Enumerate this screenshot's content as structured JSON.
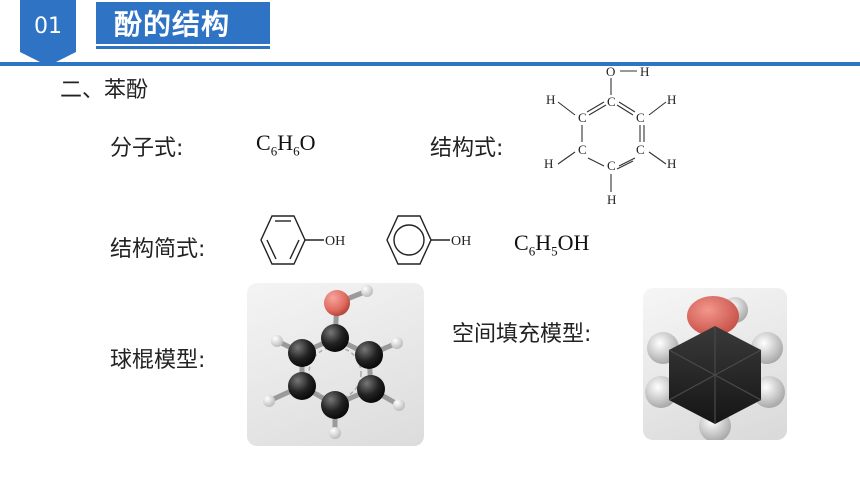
{
  "header": {
    "number": "01",
    "title": "酚的结构"
  },
  "section": "二、苯酚",
  "labels": {
    "molecular": "分子式:",
    "structural": "结构式:",
    "simplified": "结构简式:",
    "ball_stick": "球棍模型:",
    "space_fill": "空间填充模型:"
  },
  "molecular_formula": {
    "c": "C",
    "c_sub": "6",
    "h": "H",
    "h_sub": "6",
    "o": "O"
  },
  "condensed_formula": {
    "c": "C",
    "c_sub": "6",
    "h": "H",
    "h_sub": "5",
    "tail": "OH"
  },
  "structure_atoms": {
    "c": "C",
    "h": "H",
    "o": "O"
  },
  "ring_substituent": "OH",
  "colors": {
    "accent": "#2f73c4",
    "oxygen": "#e06a5f"
  }
}
